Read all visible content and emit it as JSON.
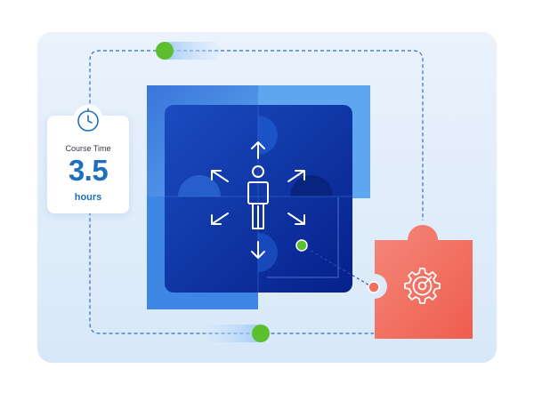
{
  "course_time": {
    "label": "Course Time",
    "value": "3.5",
    "unit": "hours"
  },
  "icons": [
    "clock-icon",
    "person-icon",
    "arrow-icon",
    "gear-target-icon"
  ],
  "colors": {
    "backdrop": "#e3eefb",
    "puzzle_dark": "#0a2a8c",
    "puzzle_light": "#4a8fe6",
    "puzzle_coral": "#f36f5f",
    "connector_green": "#5bbf2e",
    "accent_blue": "#1f6fc0"
  }
}
